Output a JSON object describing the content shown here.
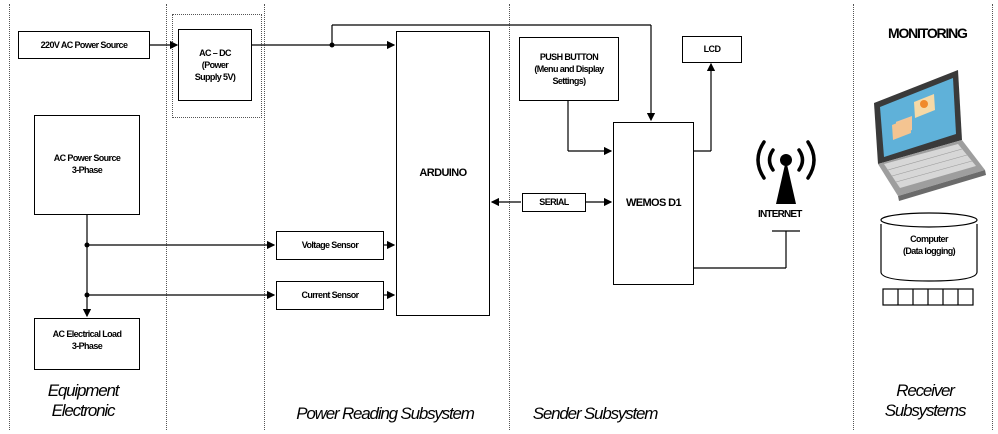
{
  "blocks": {
    "ac_220": "220V AC Power Source",
    "acdc": [
      "AC – DC",
      "(Power",
      "Supply 5V)"
    ],
    "ac_3phase": [
      "AC Power Source",
      "3-Phase"
    ],
    "ac_load": [
      "AC Electrical Load",
      "3-Phase"
    ],
    "voltage_sensor": "Voltage Sensor",
    "current_sensor": "Current Sensor",
    "arduino": "ARDUINO",
    "push_button": [
      "PUSH BUTTON",
      "(Menu and Display",
      "Settings)"
    ],
    "lcd": "LCD",
    "serial": "SERIAL",
    "wemos": "WEMOS D1",
    "internet": "INTERNET",
    "computer": [
      "Computer",
      "(Data logging)"
    ],
    "monitoring": "MONITORING"
  },
  "sections": {
    "equipment": [
      "Equipment",
      "Electronic"
    ],
    "power_reading": "Power Reading Subsystem",
    "sender": "Sender Subsystem",
    "receiver": [
      "Receiver",
      "Subsystems"
    ]
  }
}
